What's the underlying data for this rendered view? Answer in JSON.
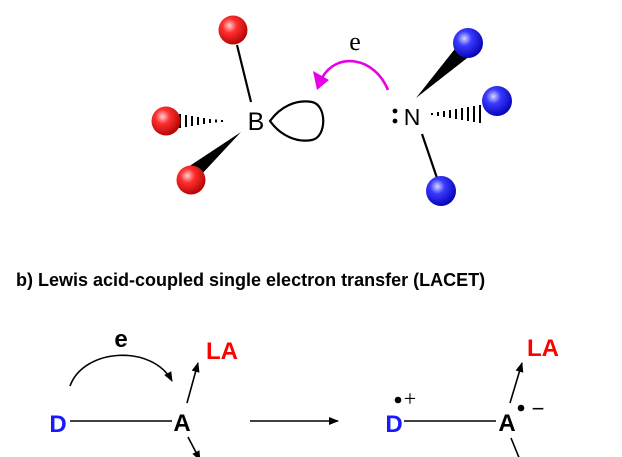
{
  "colors": {
    "boron_substituent": "#e00000",
    "nitrogen_substituent": "#1a1aff",
    "electron_arrow": "#e600e6",
    "donor": "#1a1aff",
    "lewis_acid": "#ff0000",
    "ink": "#000000"
  },
  "top_scheme": {
    "boron_label": "B",
    "nitrogen_label": "N",
    "electron_label": "e"
  },
  "section_b": {
    "caption": "b) Lewis acid-coupled single electron transfer (LACET)",
    "left": {
      "electron_label": "e",
      "donor_label": "D",
      "acceptor_label": "A",
      "lewis_acid_label": "LA"
    },
    "right": {
      "donor_label": "D",
      "donor_charge": "+",
      "acceptor_label": "A",
      "acceptor_charge": "−",
      "lewis_acid_label": "LA"
    }
  }
}
